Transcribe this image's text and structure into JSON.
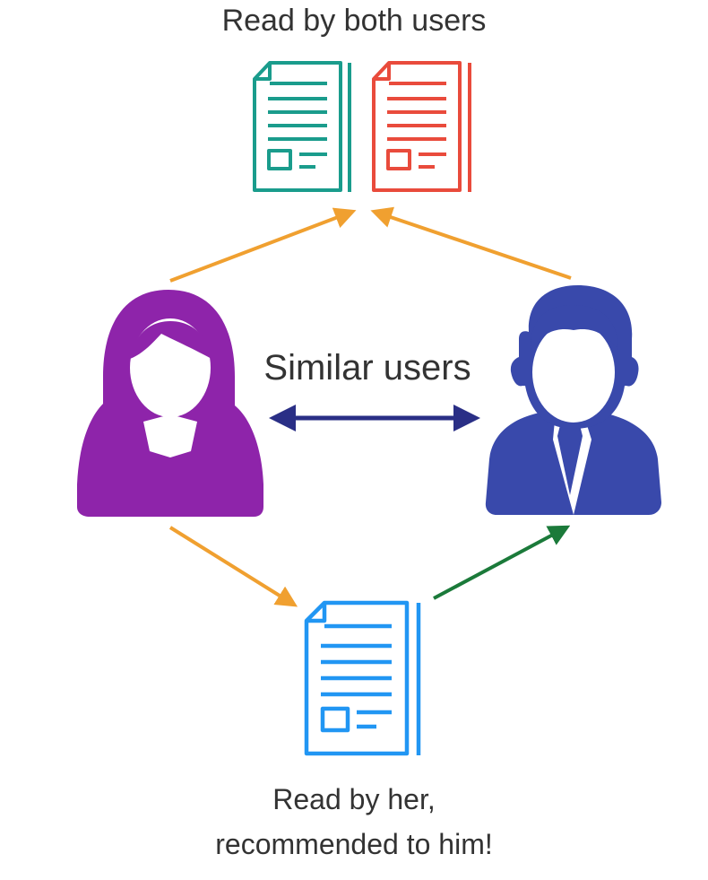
{
  "labels": {
    "top": "Read by both users",
    "middle": "Similar users",
    "bottom_line1": "Read by her,",
    "bottom_line2": "recommended to him!"
  },
  "icons": {
    "user_left": "woman-user-icon",
    "user_right": "man-user-icon",
    "doc_top_left": "document-icon",
    "doc_top_right": "document-icon",
    "doc_bottom": "document-icon"
  },
  "colors": {
    "woman": "#8e24aa",
    "man": "#3949ab",
    "doc_teal": "#1a9c8c",
    "doc_red": "#e94b3c",
    "doc_blue": "#2196f3",
    "arrow_orange": "#f0a030",
    "arrow_navy": "#2a2f86",
    "arrow_green": "#1b7a3a",
    "text": "#333333"
  }
}
